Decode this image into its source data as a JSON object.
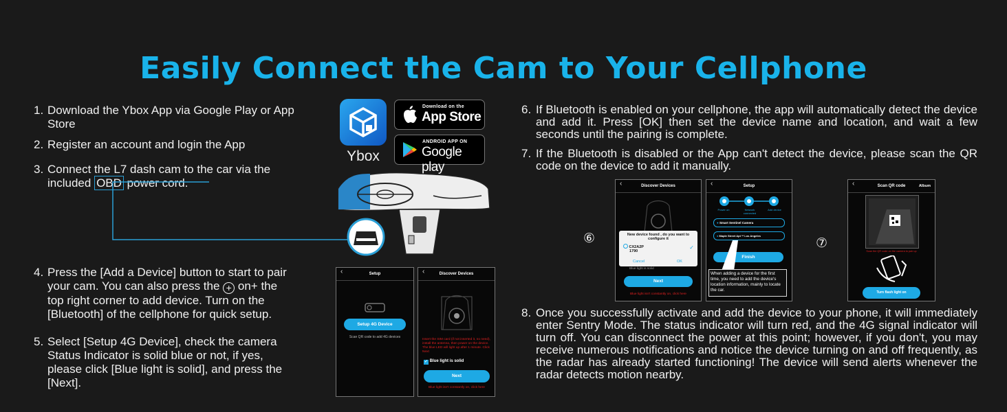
{
  "title": "Easily Connect the Cam to Your Cellphone",
  "left_steps": [
    {
      "num": "1.",
      "lines": [
        "Download the Ybox App via Google Play or App",
        "Store"
      ]
    },
    {
      "num": "2.",
      "lines": [
        "Register an account and login the App"
      ]
    },
    {
      "num": "3.",
      "line1": "Connect the L7 dash cam to the car via the",
      "line2_pre": "included ",
      "line2_obd": "OBD",
      "line2_post": " power cord."
    },
    {
      "num": "4.",
      "line1": "Press the [Add a Device] button to start to pair",
      "line2_pre": "your cam. You can also press the ",
      "plus": "+",
      "line2_post": " on+ the",
      "line3": "top right corner to add device. Turn on the",
      "line4": "[Bluetooth] of the cellphone for quick setup."
    },
    {
      "num": "5.",
      "lines": [
        "Select [Setup 4G Device], check the camera",
        "Status Indicator is solid blue or not, if yes,",
        "please click [Blue light is solid], and press the",
        "[Next]."
      ]
    }
  ],
  "right_steps": [
    {
      "num": "6.",
      "text": "If Bluetooth is enabled on your cellphone, the app will automatically detect the device and add it. Press [OK] then set the device name and location, and wait a few seconds until the pairing is complete."
    },
    {
      "num": "7.",
      "text": "If the Bluetooth is disabled or the App can't detect the device, please scan the QR code on the device to add it manually."
    },
    {
      "num": "8.",
      "text": "Once you successfully activate and add the device to your phone, it will immediately enter Sentry Mode. The status indicator will turn red, and the 4G signal indicator will turn off. You can disconnect the power at this point; however, if you don't, you may receive numerous notifications and notice the device turning on and off frequently, as the radar has already started functioning! The device will send alerts whenever the radar detects motion nearby."
    }
  ],
  "app": {
    "name": "Ybox"
  },
  "stores": {
    "apple_small": "Download on the",
    "apple_big": "App Store",
    "google_small": "ANDROID APP ON",
    "google_big": "Google play"
  },
  "phone_setup": {
    "title": "Setup",
    "button": "Setup 4G Device",
    "hint": "Scan QR code to add 4G devices"
  },
  "phone_discover": {
    "title": "Discover Devices",
    "red_text": "Insert the SIM card (if not inserted it, no need), install the antenna, then power on the device. The blue LED will light up after 1 minute. Click Next",
    "checkbox": "Blue light is solid",
    "button": "Next",
    "footer": "Blue light isn't constantly on, click here"
  },
  "phone_found": {
    "title": "Discover Devices",
    "dialog_title": "New device found , do you want to configure it",
    "device_id": "CX2A2P",
    "device_num": "1790",
    "cancel": "Cancel",
    "ok": "OK",
    "checkbox": "Blue light is solid",
    "button": "Next",
    "footer": "Blue light isn't constantly on, click here"
  },
  "phone_setup2": {
    "title": "Setup",
    "steps": [
      "Power on",
      "Network connected",
      "Add device"
    ],
    "field1": "Smart Sentinel Camera",
    "field2": "Maple Street Apt ** Los Angeles",
    "button": "Finish",
    "callout": "When adding a device for the first time, you need to add the device's location information, mainly to locate the car."
  },
  "phone_qr": {
    "title": "Scan QR code",
    "album": "Album",
    "red_text": "Scan the QR code on the camera to pair up",
    "button": "Turn flash light on"
  },
  "circle_labels": [
    "⑥",
    "⑦"
  ],
  "colors": {
    "accent": "#19b3ea",
    "background": "#1a1a1a",
    "button": "#1ea9e4",
    "warn": "#e02020"
  }
}
